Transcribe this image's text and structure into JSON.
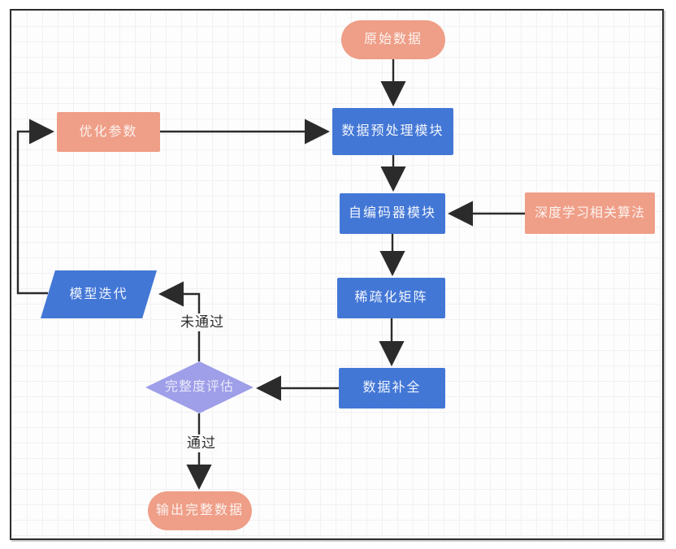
{
  "diagram": {
    "type": "flowchart",
    "nodes": {
      "raw_data": {
        "label": "原始数据",
        "shape": "stadium",
        "color": "#ef9e87"
      },
      "optimize_params": {
        "label": "优化参数",
        "shape": "rect",
        "color": "#ef9e87"
      },
      "preprocess": {
        "label": "数据预处理模块",
        "shape": "rect",
        "color": "#4377d6"
      },
      "autoencoder": {
        "label": "自编码器模块",
        "shape": "rect",
        "color": "#4377d6"
      },
      "deep_learning": {
        "label": "深度学习相关算法",
        "shape": "rect",
        "color": "#ef9e87"
      },
      "sparse_matrix": {
        "label": "稀疏化矩阵",
        "shape": "rect",
        "color": "#4377d6"
      },
      "data_completion": {
        "label": "数据补全",
        "shape": "rect",
        "color": "#4377d6"
      },
      "evaluation": {
        "label": "完整度评估",
        "shape": "diamond",
        "color": "#9e9ee9"
      },
      "model_iteration": {
        "label": "模型迭代",
        "shape": "parallelogram",
        "color": "#4377d6"
      },
      "output": {
        "label": "输出完整数据",
        "shape": "stadium",
        "color": "#ef9e87"
      }
    },
    "edge_labels": {
      "fail": "未通过",
      "pass": "通过"
    },
    "edges": [
      {
        "from": "raw_data",
        "to": "preprocess"
      },
      {
        "from": "optimize_params",
        "to": "preprocess"
      },
      {
        "from": "preprocess",
        "to": "autoencoder"
      },
      {
        "from": "deep_learning",
        "to": "autoencoder"
      },
      {
        "from": "autoencoder",
        "to": "sparse_matrix"
      },
      {
        "from": "sparse_matrix",
        "to": "data_completion"
      },
      {
        "from": "data_completion",
        "to": "evaluation"
      },
      {
        "from": "evaluation",
        "to": "model_iteration",
        "label": "未通过"
      },
      {
        "from": "model_iteration",
        "to": "optimize_params"
      },
      {
        "from": "evaluation",
        "to": "output",
        "label": "通过"
      }
    ],
    "colors": {
      "salmon": "#ef9e87",
      "blue": "#4377d6",
      "lavender": "#9e9ee9",
      "line": "#2f2f2f",
      "grid": "#f1f1f1",
      "frame": "#2e2e2e"
    }
  }
}
